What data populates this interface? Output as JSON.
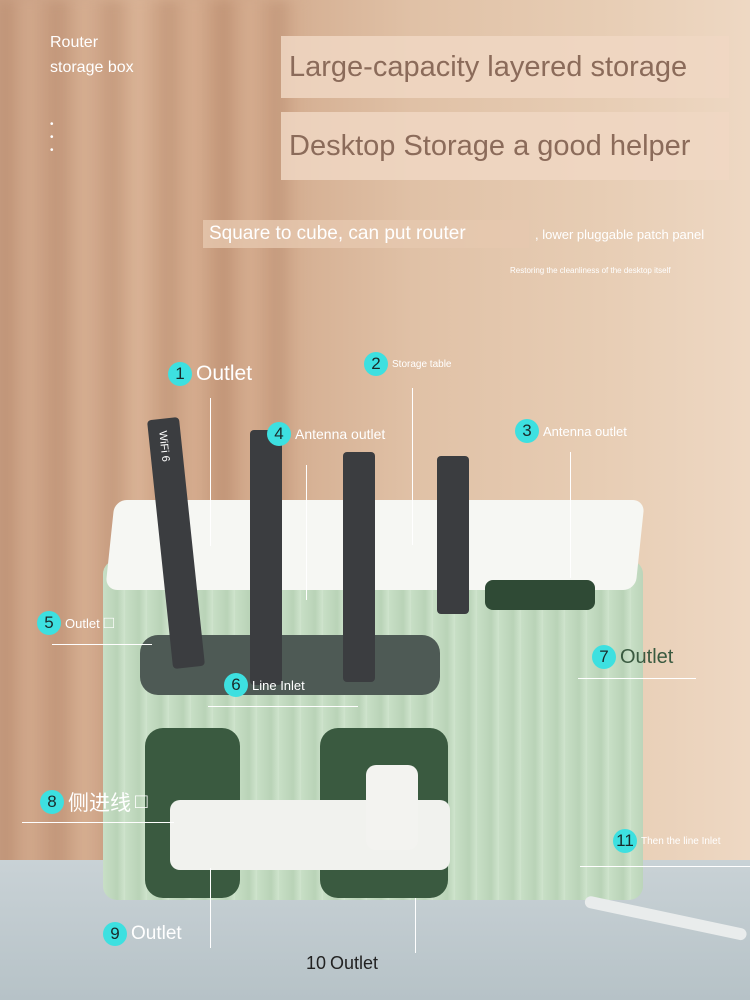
{
  "product": {
    "tagline_top": "Router",
    "tagline_bottom": "storage box"
  },
  "headlines": {
    "line1": "Large-capacity layered storage",
    "line2": "Desktop Storage a good helper"
  },
  "subtitle": {
    "highlight": "Square to cube, can put router",
    "rest": ", lower pluggable patch panel",
    "note": "Restoring the cleanliness of the desktop itself"
  },
  "callouts": [
    {
      "num": "1",
      "label": "Outlet"
    },
    {
      "num": "2",
      "label": "Storage table"
    },
    {
      "num": "3",
      "label": "Antenna outlet"
    },
    {
      "num": "4",
      "label": "Antenna outlet"
    },
    {
      "num": "5",
      "label": "Outlet"
    },
    {
      "num": "6",
      "label": "Line Inlet"
    },
    {
      "num": "7",
      "label": "Outlet"
    },
    {
      "num": "8",
      "label": "侧进线"
    },
    {
      "num": "9",
      "label": "Outlet"
    },
    {
      "num": "10",
      "label": "Outlet"
    },
    {
      "num": "11",
      "label": "Then the line Inlet"
    }
  ],
  "device_text": {
    "antenna_label": "WiFi 6"
  },
  "colors": {
    "badge": "#3de0e0",
    "box_green": "#c8dfc6",
    "headline_text": "#8b6b5a"
  }
}
